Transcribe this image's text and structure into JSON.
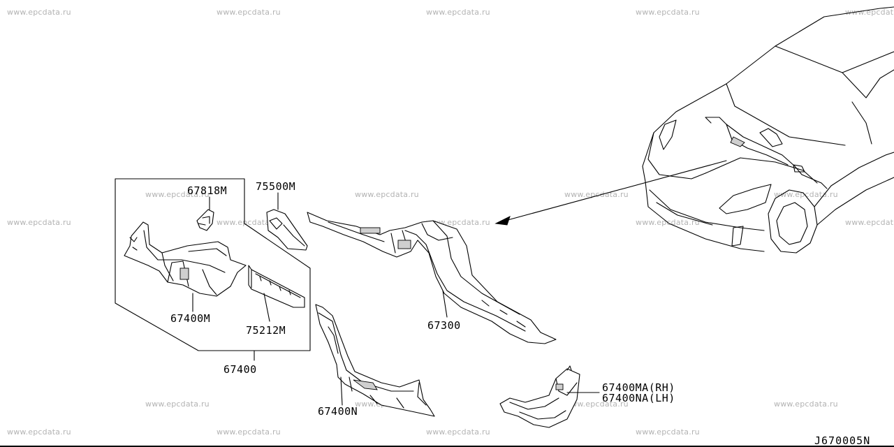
{
  "watermark": "www.epcdata.ru",
  "diagram_code": "J670005N",
  "part_labels": {
    "p67818M": "67818M",
    "p75500M": "75500M",
    "p67400M": "67400M",
    "p75212M": "75212M",
    "p67400": "67400",
    "p67300": "67300",
    "p67400N": "67400N",
    "p67400MA": "67400MA(RH)",
    "p67400NA": "67400NA(LH)"
  }
}
